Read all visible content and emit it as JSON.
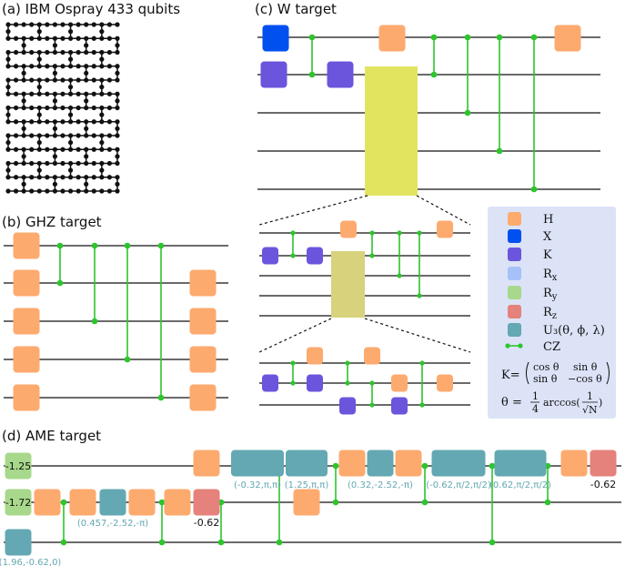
{
  "colors": {
    "H": "#fdaa6f",
    "X": "#0050f0",
    "K": "#6a55dc",
    "Rx": "#a6c1f7",
    "Ry": "#a7d88b",
    "Rz": "#e4827b",
    "U3": "#63a8b2",
    "CZ": "#2cc52c",
    "block_W": "#e2e460",
    "block_inner": "#d8d27c",
    "legend_bg": "#dce3f7",
    "wire": "#111111"
  },
  "panels": {
    "a": {
      "title": "(a) IBM Ospray 433 qubits"
    },
    "b": {
      "title": "(b) GHZ target"
    },
    "c": {
      "title": "(c) W target"
    },
    "d": {
      "title": "(d) AME target"
    }
  },
  "legend": {
    "items": [
      {
        "gate": "H",
        "label": "H"
      },
      {
        "gate": "X",
        "label": "X"
      },
      {
        "gate": "K",
        "label": "K"
      },
      {
        "gate": "Rx",
        "label": "R",
        "sub": "x"
      },
      {
        "gate": "Ry",
        "label": "R",
        "sub": "y"
      },
      {
        "gate": "Rz",
        "label": "R",
        "sub": "z"
      },
      {
        "gate": "U3",
        "label": "U₃(θ, ϕ, λ)"
      },
      {
        "gate": "CZ",
        "label": "CZ"
      }
    ],
    "k_lhs": "K=",
    "k_matrix": [
      "cos θ",
      "sin θ",
      "sin θ",
      "−cos θ"
    ],
    "theta_lhs": "θ =",
    "theta_frac_top": "1",
    "theta_frac_bot": "4",
    "theta_arccos": "arccos(",
    "theta_inner_top": "1",
    "theta_inner_bot": "√N",
    "theta_close": ")"
  },
  "ame": {
    "rotation_labels": [
      "-1.25",
      "-1.72"
    ],
    "rz_labels": [
      "-0.62",
      "-0.62"
    ],
    "u3_labels": [
      "(1.96,-0.62,0)",
      "(0.457,-2.52,-π)",
      "(-0.32,π,π)",
      "(1.25,π,π)",
      "(0.32,-2.52,-π)",
      "(-0.62,π/2,π/2)",
      "(0.62,π/2,π/2)"
    ]
  }
}
